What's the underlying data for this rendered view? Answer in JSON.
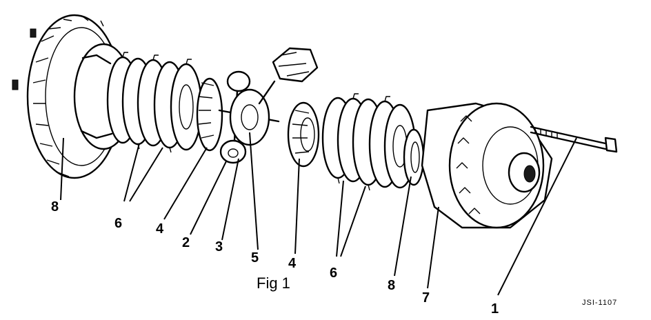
{
  "caption": "Fig 1",
  "reference_code": "JSI-1107",
  "callouts": [
    "8",
    "6",
    "4",
    "2",
    "3",
    "5",
    "4",
    "6",
    "8",
    "7",
    "1"
  ],
  "colors": {
    "ink": "#000000",
    "paper": "#ffffff"
  }
}
